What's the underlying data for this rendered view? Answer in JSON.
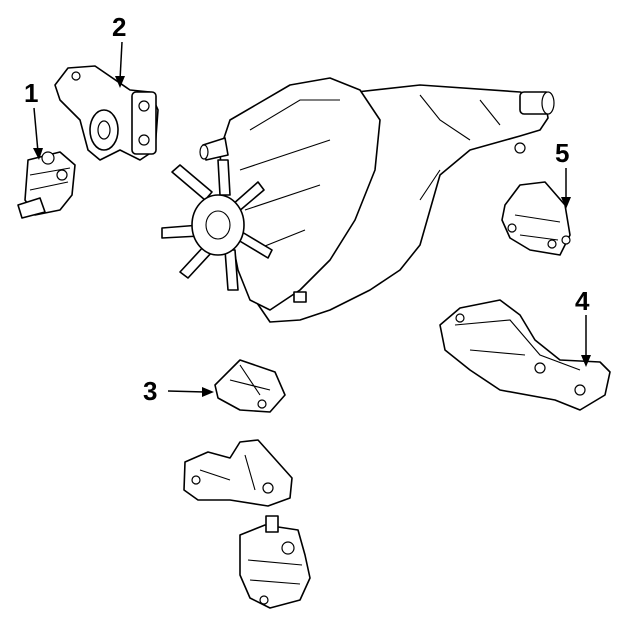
{
  "callouts": [
    {
      "label": "1"
    },
    {
      "label": "2"
    },
    {
      "label": "3"
    },
    {
      "label": "4"
    },
    {
      "label": "5"
    }
  ],
  "colors": {
    "ink": "#000000",
    "background": "#ffffff"
  }
}
